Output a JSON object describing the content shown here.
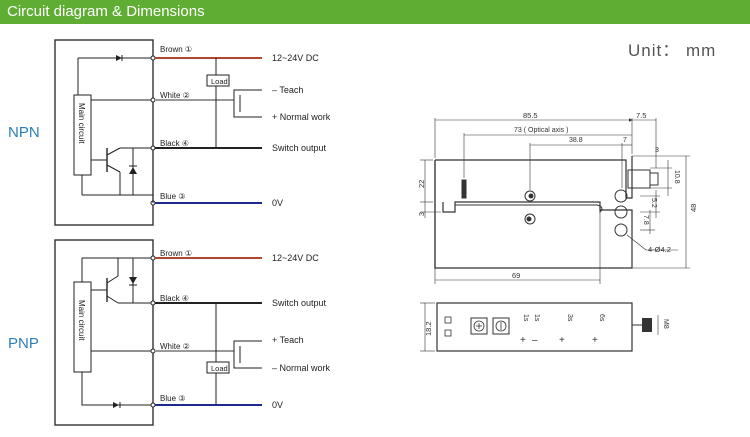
{
  "header": {
    "title": "Circuit diagram & Dimensions"
  },
  "unit": {
    "label": "Unit： mm"
  },
  "colors": {
    "header_bg": "#5fae33",
    "brown_wire": "#b5462a",
    "white_wire": "#999999",
    "black_wire": "#222222",
    "blue_wire": "#1c2c8c"
  },
  "npn": {
    "label": "NPN",
    "main_circuit": "Main circuit",
    "wires": {
      "brown": "Brown ①",
      "white": "White ②",
      "black": "Black ④",
      "blue": "Blue ③"
    },
    "load": "Load",
    "outputs": {
      "power": "12~24V DC",
      "teach": "– Teach",
      "normal": "+ Normal work",
      "switch": "Switch output",
      "zero": "0V"
    }
  },
  "pnp": {
    "label": "PNP",
    "main_circuit": "Main circuit",
    "wires": {
      "brown": "Brown ①",
      "black": "Black ④",
      "white": "White ②",
      "blue": "Blue ③"
    },
    "load": "Load",
    "outputs": {
      "power": "12~24V DC",
      "switch": "Switch output",
      "teach": "+ Teach",
      "normal": "– Normal work",
      "zero": "0V"
    }
  },
  "dimensions": {
    "d85_5": "85.5",
    "d7_5": "7.5",
    "d73": "73 ( Optical axis )",
    "d38_8": "38.8",
    "d7": "7",
    "d3": "3",
    "d10_8": "10.8",
    "d22": "22",
    "d48": "48",
    "d3b": "3",
    "d5_2": "5.2",
    "d7_8": "7.8",
    "d4_hole": "4-Ø4.2",
    "d69": "69",
    "d18_2": "18.2",
    "dm8": "M8"
  },
  "front_panel": {
    "lab_a": "1s",
    "lab_b": "1s",
    "lab_c": "3s",
    "lab_d": "6s",
    "sign_1": "+",
    "sign_2": "–",
    "sign_3": "+",
    "sign_4": "+"
  }
}
